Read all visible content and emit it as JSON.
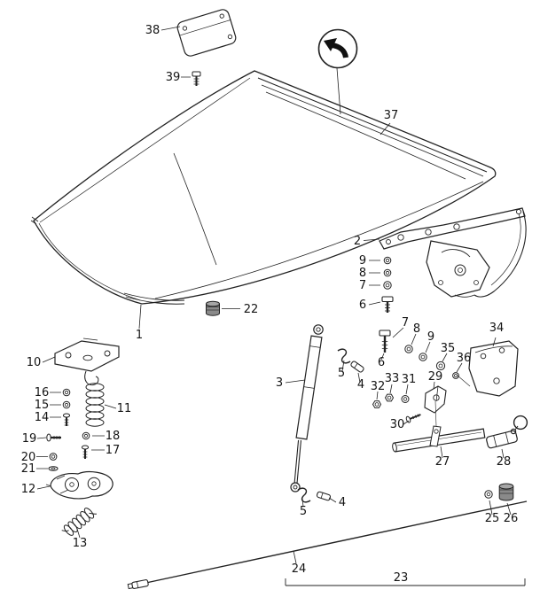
{
  "page": {
    "kind": "exploded-parts-diagram",
    "subject": "hood / lid assembly"
  },
  "colors": {
    "line": "#222222",
    "background": "#ffffff",
    "rubber_part": "#8a8a8a"
  },
  "icons": {
    "direction_arrow_icon": "curved-arrow-upper-left"
  },
  "labels": {
    "p1": "1",
    "p2": "2",
    "p3": "3",
    "p4a": "4",
    "p4b": "4",
    "p5a": "5",
    "p5b": "5",
    "p6a": "6",
    "p6b": "6",
    "p7a": "7",
    "p7b": "7",
    "p8a": "8",
    "p8b": "8",
    "p9a": "9",
    "p9b": "9",
    "p10": "10",
    "p11": "11",
    "p12": "12",
    "p13": "13",
    "p14": "14",
    "p15": "15",
    "p16": "16",
    "p17": "17",
    "p18": "18",
    "p19": "19",
    "p20": "20",
    "p21": "21",
    "p22": "22",
    "p23": "23",
    "p24": "24",
    "p25": "25",
    "p26": "26",
    "p27": "27",
    "p28": "28",
    "p29": "29",
    "p30": "30",
    "p31": "31",
    "p32": "32",
    "p33": "33",
    "p34": "34",
    "p35": "35",
    "p36": "36",
    "p37": "37",
    "p38": "38",
    "p39": "39"
  }
}
